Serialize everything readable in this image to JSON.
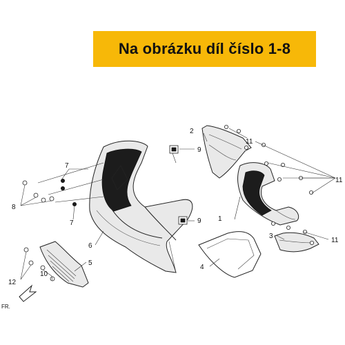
{
  "banner": {
    "text": "Na obrázku díl číslo 1-8",
    "color": "#f7b808"
  },
  "direction_label": "FR.",
  "callouts": [
    "1",
    "2",
    "3",
    "4",
    "5",
    "6",
    "7",
    "7",
    "8",
    "9",
    "9",
    "10",
    "11",
    "11",
    "11",
    "12"
  ]
}
